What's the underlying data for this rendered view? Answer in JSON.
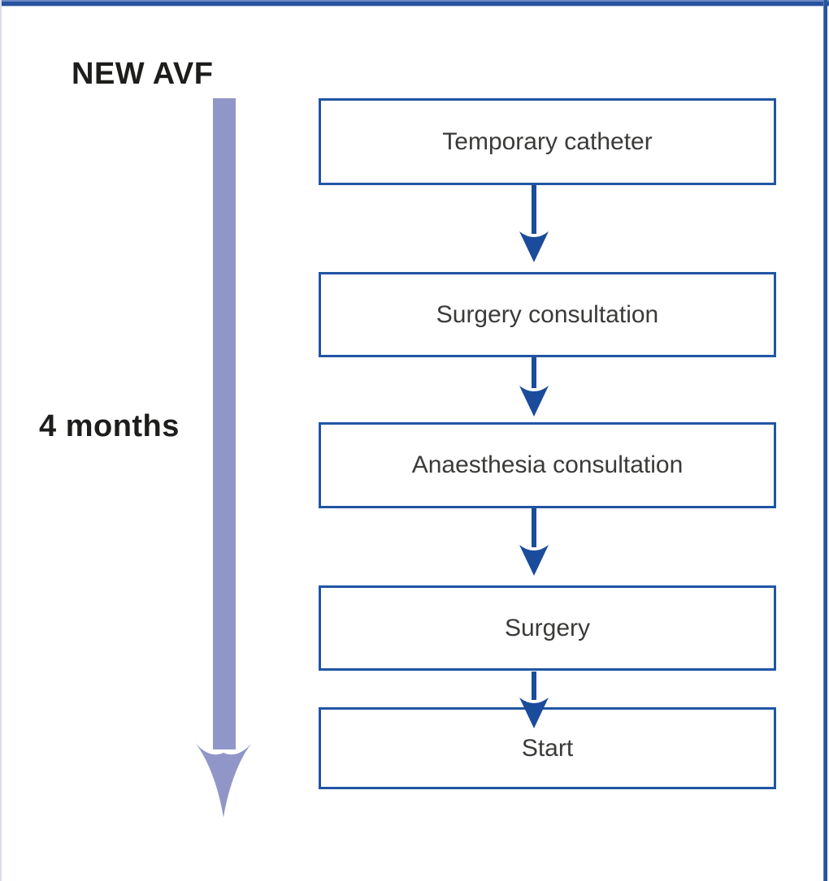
{
  "figure": {
    "title": "NEW AVF",
    "duration_label": "4 months",
    "flow": {
      "steps": [
        {
          "label": "Temporary catheter"
        },
        {
          "label": "Surgery consultation"
        },
        {
          "label": "Anaesthesia consultation"
        },
        {
          "label": "Surgery"
        },
        {
          "label": "Start"
        }
      ]
    },
    "colors": {
      "frame": "#27539f",
      "box_border": "#2155a4",
      "connector_arrow": "#1b4c9b",
      "timeline_arrow": "#9097c8",
      "step_text": "#3a3a38",
      "title_text": "#1d1d1b"
    }
  }
}
